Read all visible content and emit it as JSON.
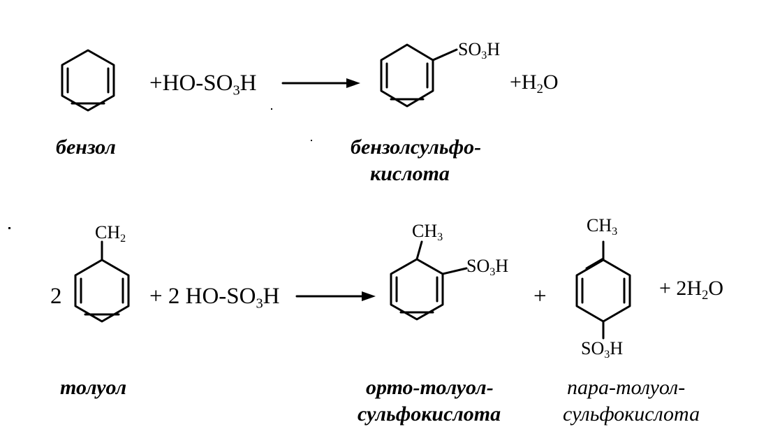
{
  "reaction1": {
    "reagent_prefix": "+HO-SO",
    "reagent_sub": "3",
    "reagent_suffix": "H",
    "product_group_prefix": "SO",
    "product_group_sub": "3",
    "product_group_suffix": "H",
    "byproduct_prefix": "+H",
    "byproduct_sub": "2",
    "byproduct_suffix": "O",
    "reactant_caption": "бензол",
    "product_caption_line1": "бензолсульфо-",
    "product_caption_line2": "кислота"
  },
  "reaction2": {
    "coefficient": "2",
    "reactant_group_prefix": "CH",
    "reactant_group_sub": "2",
    "reagent_prefix": "+ 2 HO-SO",
    "reagent_sub": "3",
    "reagent_suffix": "H",
    "ortho_methyl_prefix": "CH",
    "ortho_methyl_sub": "3",
    "ortho_group_prefix": "SO",
    "ortho_group_sub": "3",
    "ortho_group_suffix": "H",
    "plus": "+",
    "para_methyl_prefix": "CH",
    "para_methyl_sub": "3",
    "para_group_prefix": "SO",
    "para_group_sub": "3",
    "para_group_suffix": "H",
    "byproduct_prefix": "+ 2H",
    "byproduct_sub": "2",
    "byproduct_suffix": "O",
    "reactant_caption": "толуол",
    "ortho_caption_line1": "орто-толуол-",
    "ortho_caption_line2": "сульфокислота",
    "para_caption_line1": "пара-толуол-",
    "para_caption_line2": "сульфокислота"
  }
}
